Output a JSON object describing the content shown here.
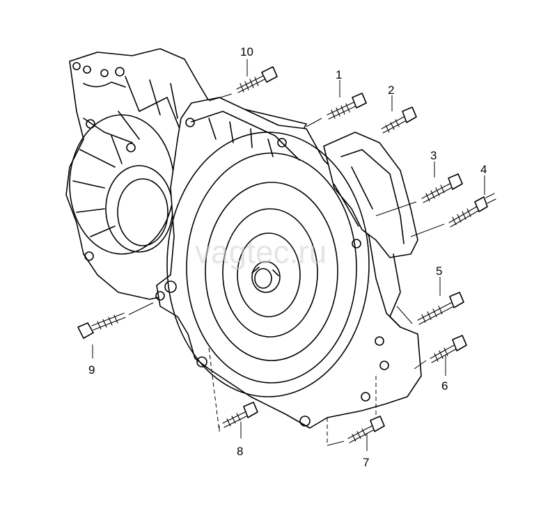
{
  "watermark": "vagtec.ru",
  "callouts": {
    "c1": "1",
    "c2": "2",
    "c3": "3",
    "c4": "4",
    "c5": "5",
    "c6": "6",
    "c7": "7",
    "c8": "8",
    "c9": "9",
    "c10": "10"
  },
  "colors": {
    "line": "#000000",
    "background": "#ffffff",
    "watermark": "#cfcfcf"
  }
}
